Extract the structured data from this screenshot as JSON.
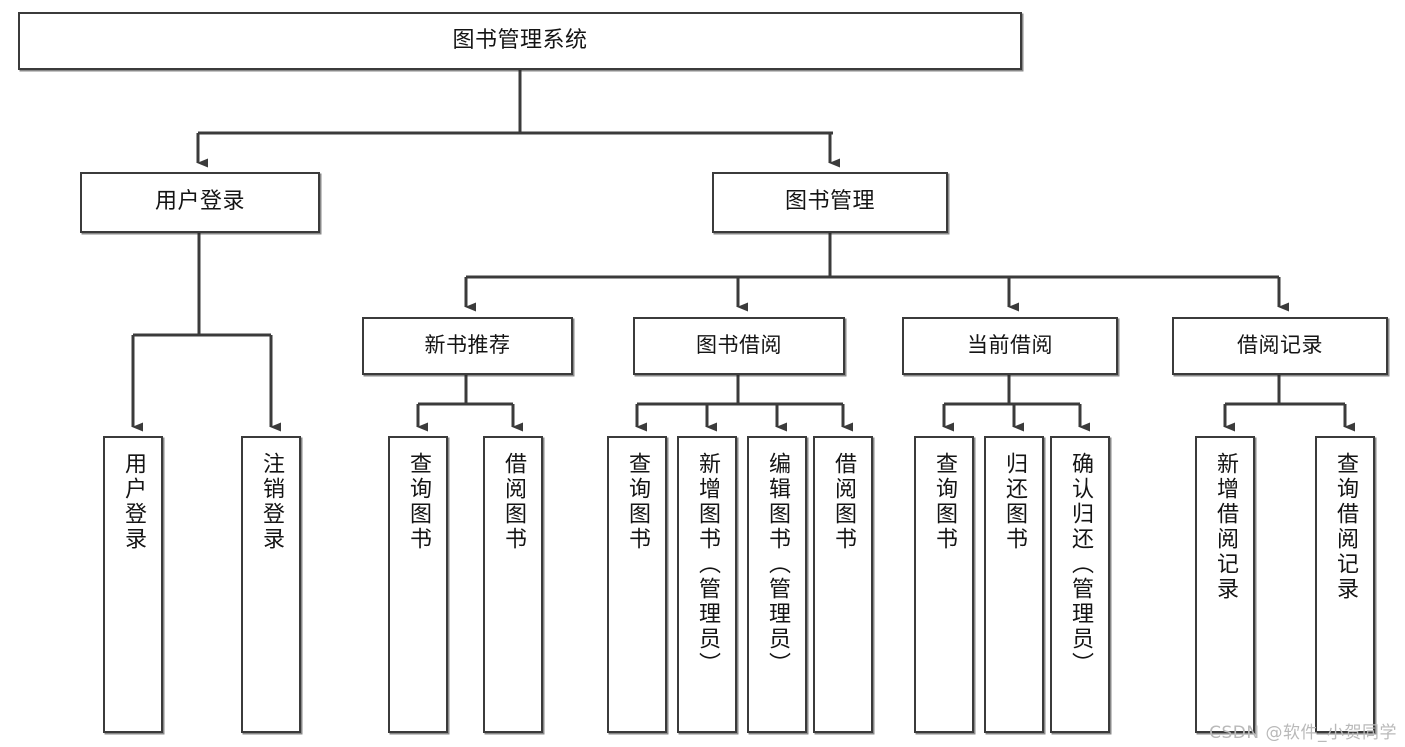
{
  "diagram": {
    "title": "图书管理系统",
    "type": "tree-hierarchy-diagram",
    "colors": {
      "box_border": "#3b3b3b",
      "box_fill": "#ffffff",
      "edge": "#3b3b3b",
      "text": "#141414",
      "watermark": "#b9b9b9",
      "background": "#ffffff"
    },
    "root": {
      "label": "图书管理系统"
    },
    "level1": [
      {
        "label": "用户登录"
      },
      {
        "label": "图书管理"
      }
    ],
    "level2": [
      {
        "label": "新书推荐"
      },
      {
        "label": "图书借阅"
      },
      {
        "label": "当前借阅"
      },
      {
        "label": "借阅记录"
      }
    ],
    "leaves": {
      "user_login": [
        {
          "label": "用户登录"
        },
        {
          "label": "注销登录"
        }
      ],
      "new_book_recommend": [
        {
          "label": "查询图书"
        },
        {
          "label": "借阅图书"
        }
      ],
      "book_borrow": [
        {
          "label": "查询图书"
        },
        {
          "label": "新增图书（管理员）"
        },
        {
          "label": "编辑图书（管理员）"
        },
        {
          "label": "借阅图书"
        }
      ],
      "current_borrow": [
        {
          "label": "查询图书"
        },
        {
          "label": "归还图书"
        },
        {
          "label": "确认归还（管理员）"
        }
      ],
      "borrow_record": [
        {
          "label": "新增借阅记录"
        },
        {
          "label": "查询借阅记录"
        }
      ]
    },
    "watermark": "CSDN @软件_小贺同学"
  }
}
